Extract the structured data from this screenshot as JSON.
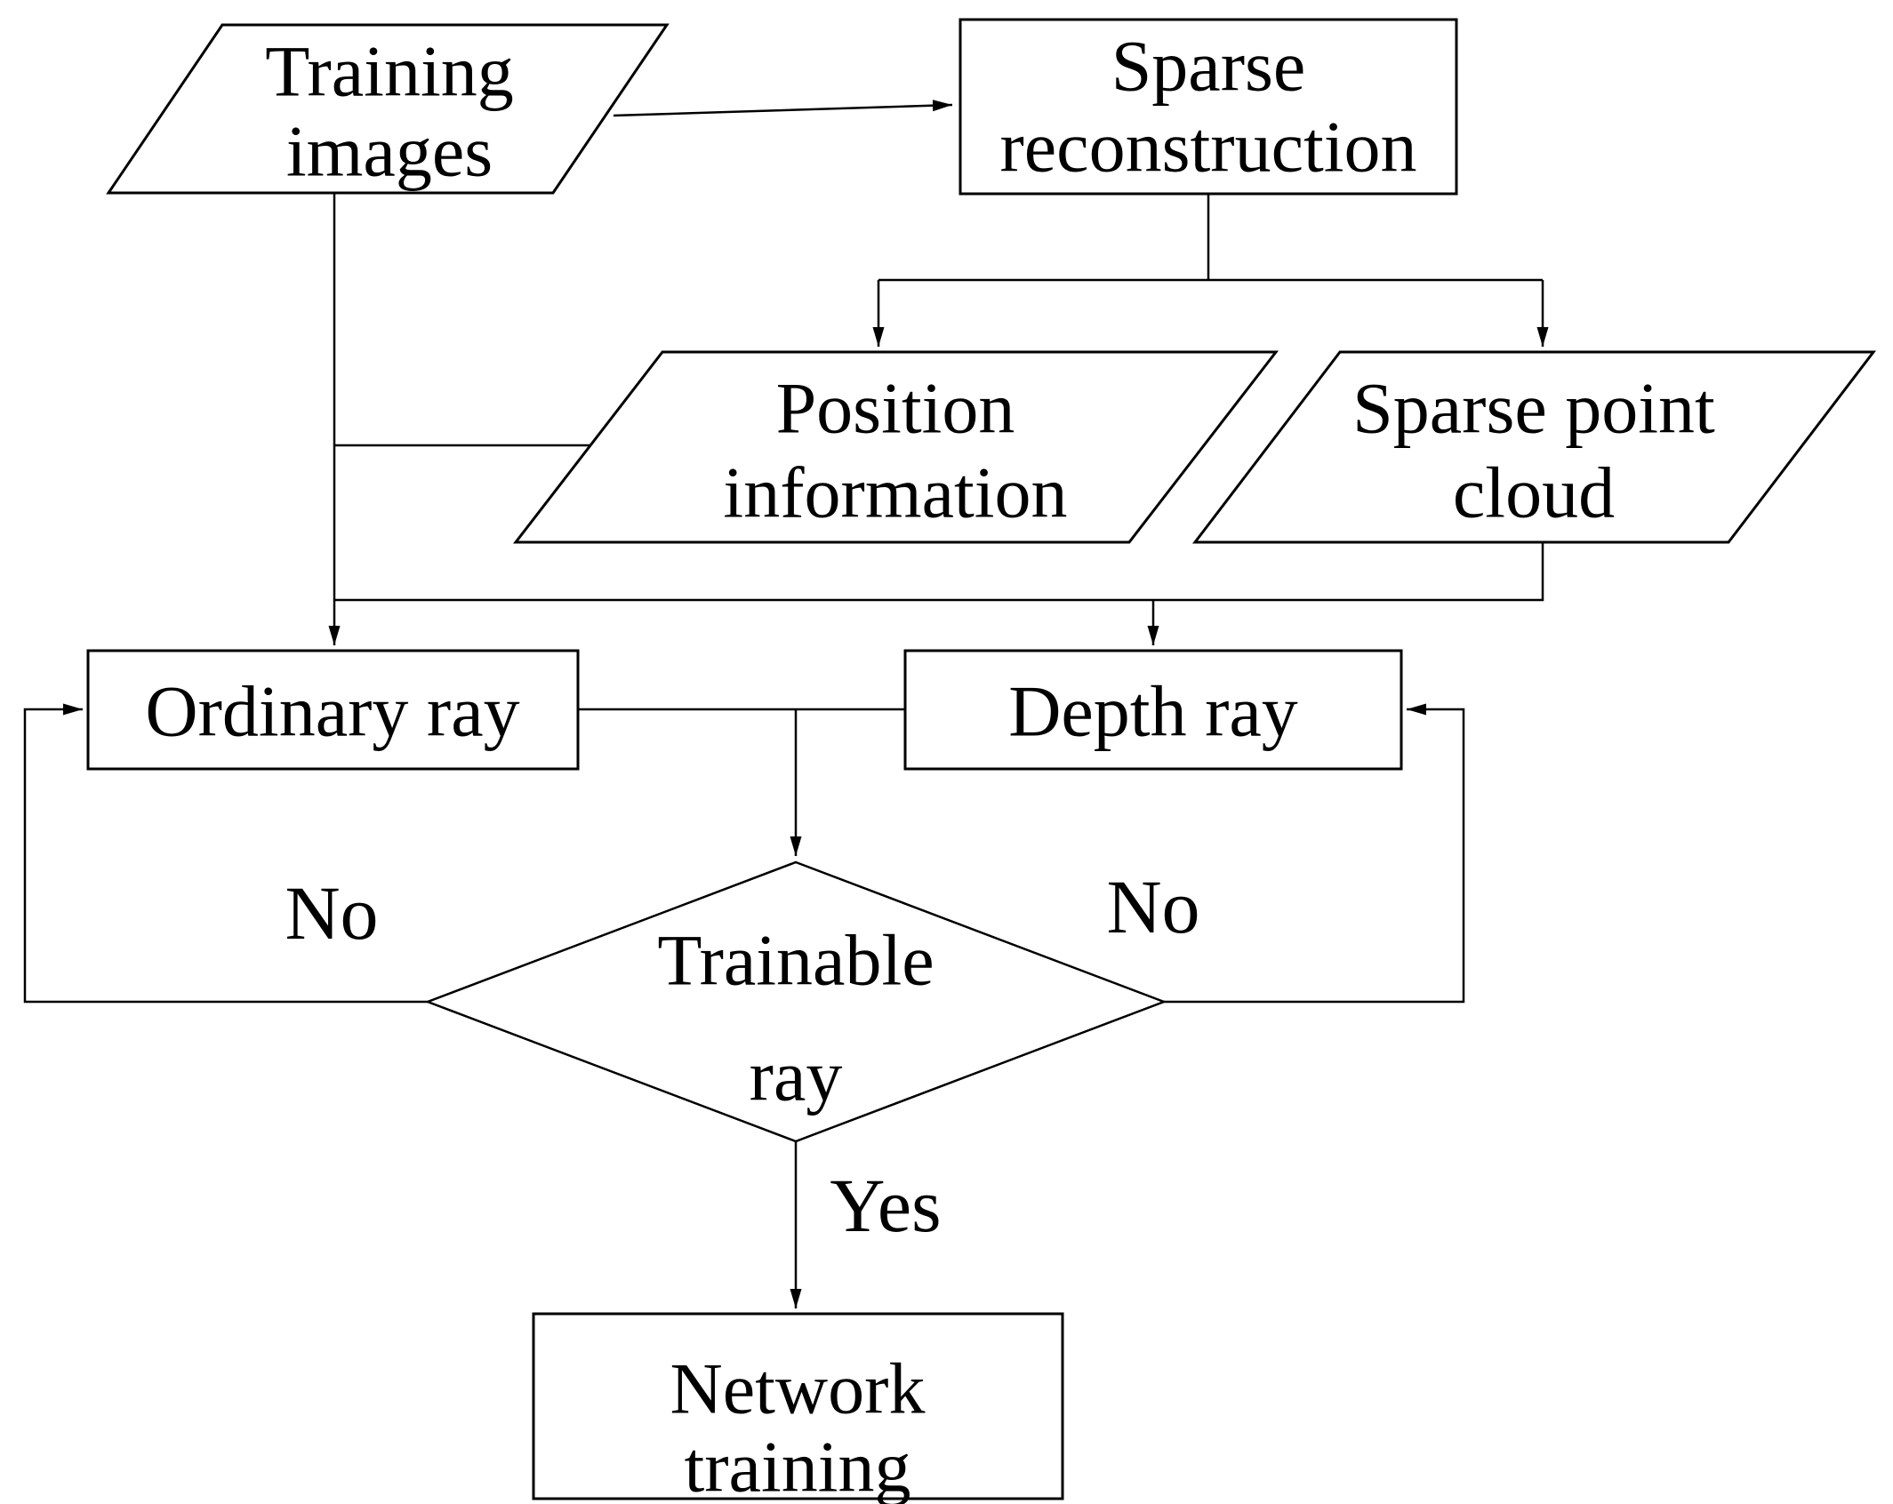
{
  "diagram": {
    "type": "flowchart",
    "colors": {
      "background": "#ffffff",
      "line": "#000000",
      "text": "#000000"
    },
    "nodes": {
      "training_images": {
        "shape": "parallelogram",
        "lines": [
          "Training",
          "images"
        ]
      },
      "sparse_reconstruction": {
        "shape": "rectangle",
        "lines": [
          "Sparse",
          "reconstruction"
        ]
      },
      "position_information": {
        "shape": "parallelogram",
        "lines": [
          "Position",
          "information"
        ]
      },
      "sparse_point_cloud": {
        "shape": "parallelogram",
        "lines": [
          "Sparse point",
          "cloud"
        ]
      },
      "ordinary_ray": {
        "shape": "rectangle",
        "lines": [
          "Ordinary ray"
        ]
      },
      "depth_ray": {
        "shape": "rectangle",
        "lines": [
          "Depth ray"
        ]
      },
      "trainable_ray": {
        "shape": "decision-diamond",
        "lines": [
          "Trainable",
          "ray"
        ]
      },
      "network_training": {
        "shape": "rectangle",
        "lines": [
          "Network",
          "training"
        ]
      }
    },
    "edge_labels": {
      "no_left": "No",
      "no_right": "No",
      "yes": "Yes"
    }
  }
}
